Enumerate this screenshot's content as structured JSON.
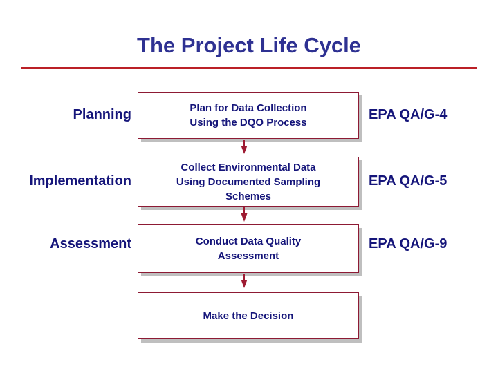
{
  "slide": {
    "title": "The Project Life Cycle",
    "background_color": "#ffffff",
    "title_color": "#2e3192",
    "rule_color": "#bb2026",
    "box_border_color": "#8d1a34",
    "box_shadow_color": "#bfbfbf",
    "box_text_color": "#15157a",
    "arrow_color": "#9e1b32"
  },
  "stages": [
    {
      "phase_label": "Planning",
      "box_text": "Plan for Data Collection\nUsing the DQO Process",
      "document": "EPA QA/G-4"
    },
    {
      "phase_label": "Implementation",
      "box_text": "Collect Environmental Data\nUsing Documented Sampling\nSchemes",
      "document": "EPA QA/G-5"
    },
    {
      "phase_label": "Assessment",
      "box_text": "Conduct Data Quality\nAssessment",
      "document": "EPA QA/G-9"
    }
  ],
  "final_box": {
    "box_text": "Make the Decision"
  },
  "arrows": [
    {
      "name": "arrow-planning-to-implementation",
      "direction": "down"
    },
    {
      "name": "arrow-implementation-to-assessment",
      "direction": "down"
    },
    {
      "name": "arrow-assessment-to-decision",
      "direction": "down"
    }
  ]
}
